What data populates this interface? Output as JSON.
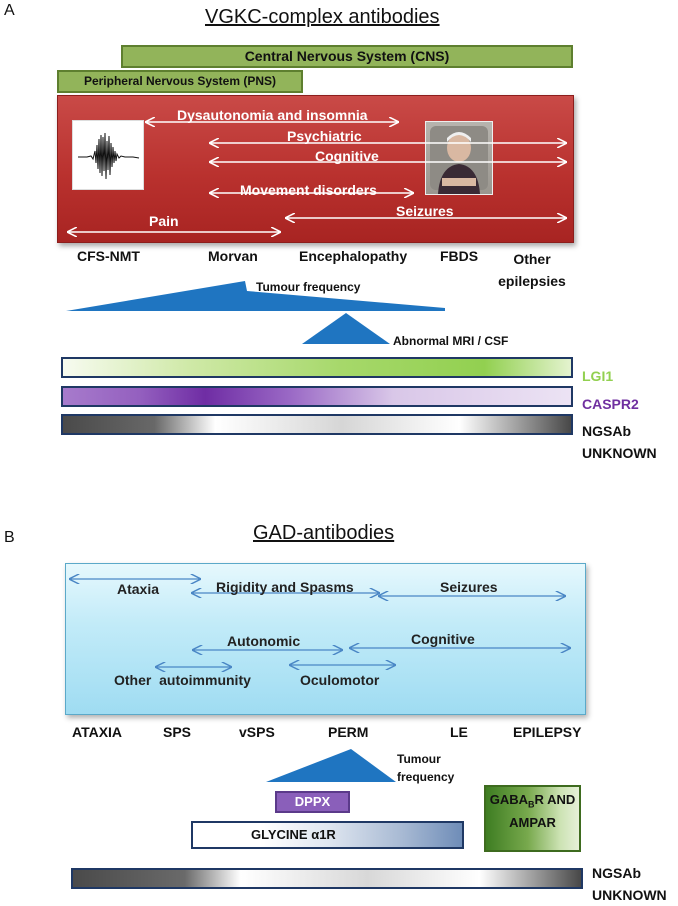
{
  "panel_a": {
    "letter": "A",
    "title": "VGKC-complex antibodies",
    "cns_label": "Central Nervous System (CNS)",
    "pns_label": "Peripheral Nervous System (PNS)",
    "symptoms": {
      "dysautonomia": "Dysautonomia and insomnia",
      "psychiatric": "Psychiatric",
      "cognitive": "Cognitive",
      "movement": "Movement disorders",
      "pain": "Pain",
      "seizures": "Seizures"
    },
    "syndromes": [
      "CFS-NMT",
      "Morvan",
      "Encephalopathy",
      "FBDS",
      "Other epilepsies"
    ],
    "tumour_frequency": "Tumour frequency",
    "abnormal_mri": "Abnormal MRI / CSF",
    "antibodies": [
      {
        "name": "LGI1",
        "color": "#92d050"
      },
      {
        "name": "CASPR2",
        "color": "#7030a0"
      },
      {
        "name": "NGSAb UNKNOWN",
        "color": "#111111"
      }
    ]
  },
  "panel_b": {
    "letter": "B",
    "title": "GAD-antibodies",
    "symptoms": {
      "ataxia": "Ataxia",
      "rigidity": "Rigidity and Spasms",
      "seizures": "Seizures",
      "autonomic": "Autonomic",
      "cognitive": "Cognitive",
      "other_autoimmunity": "Other  autoimmunity",
      "oculomotor": "Oculomotor"
    },
    "syndromes": [
      "ATAXIA",
      "SPS",
      "vSPS",
      "PERM",
      "LE",
      "EPILEPSY"
    ],
    "tumour_frequency": "Tumour frequency",
    "dppx": "DPPX",
    "glycine": "GLYCINE α1R",
    "gabab_prefix": "GABA",
    "gabab_sub": "B",
    "gabab_suffix": "R AND AMPAR",
    "ngsab": "NGSAb UNKNOWN"
  }
}
